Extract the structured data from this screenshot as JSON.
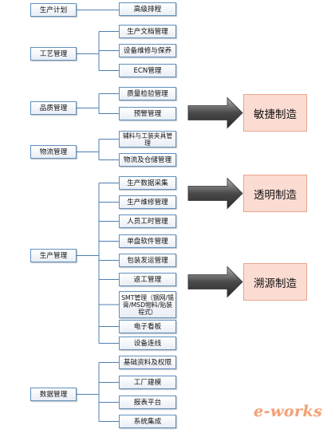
{
  "diagram": {
    "categories": [
      {
        "label": "生产计划",
        "items": [
          "高级排程"
        ]
      },
      {
        "label": "工艺管理",
        "items": [
          "生产文档管理",
          "设备维修与保养",
          "ECN管理"
        ]
      },
      {
        "label": "品质管理",
        "items": [
          "质量检验管理",
          "预警管理"
        ]
      },
      {
        "label": "物流管理",
        "items": [
          "辅料与工装夹具管理",
          "物流及仓储管理"
        ]
      },
      {
        "label": "生产管理",
        "items": [
          "生产数据采集",
          "生产维修管理",
          "人员工时管理",
          "单盘软件管理",
          "包装发运管理",
          "返工管理",
          "SMT管理（钢网/锡膏/MSD物料/贴装程式）",
          "电子看板",
          "设备连线"
        ]
      },
      {
        "label": "数据管理",
        "items": [
          "基础资料及权限",
          "工厂建模",
          "报表平台",
          "系统集成"
        ]
      }
    ],
    "outcomes": [
      "敏捷制造",
      "透明制造",
      "溯源制造"
    ],
    "logo_text": "e-works",
    "colors": {
      "box_border": "#5f8fbe",
      "connector": "#4f7fb3",
      "outcome_fill": "#fbdcd3",
      "arrow_dark": "#3a3a3a",
      "arrow_light": "#9a9a9a",
      "logo": "#f2a27a"
    }
  }
}
